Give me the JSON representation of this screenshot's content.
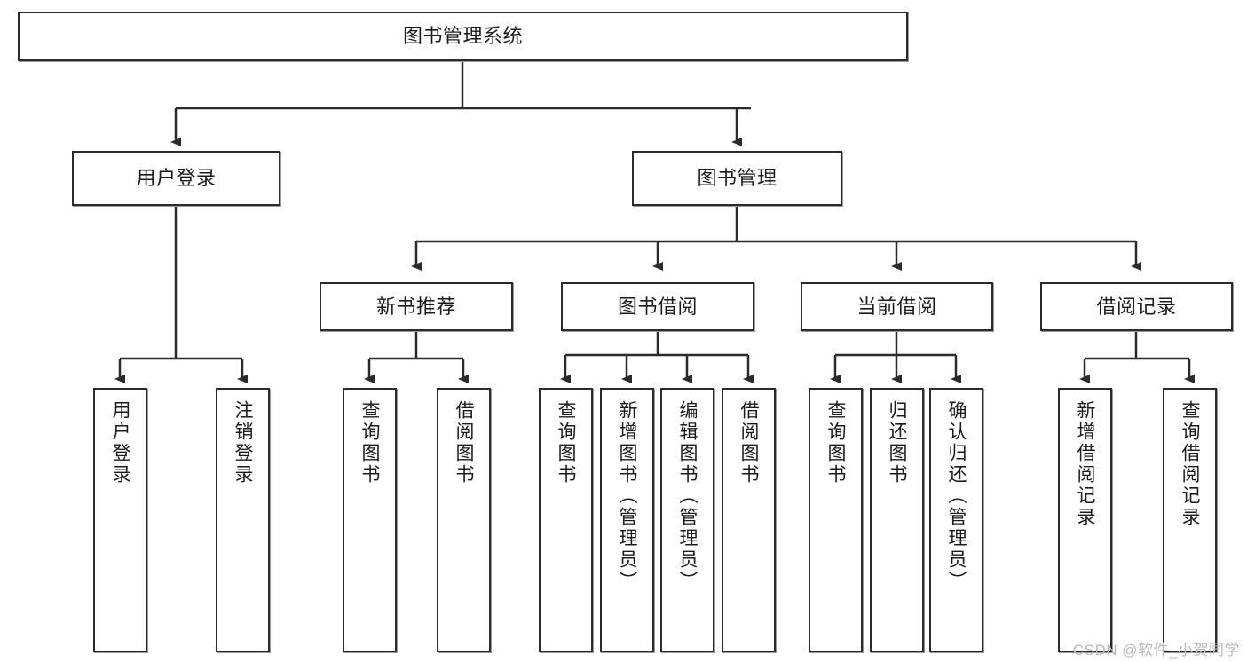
{
  "diagram": {
    "title": "图书管理系统",
    "type": "tree",
    "colors": {
      "node_border": "#2b2b2b",
      "node_fill": "#ffffff",
      "edge": "#2b2b2b",
      "text": "#1b1b1b",
      "watermark": "#b9b9b9",
      "background": "#ffffff"
    },
    "root": {
      "label": "图书管理系统"
    },
    "level1": [
      {
        "label": "用户登录"
      },
      {
        "label": "图书管理"
      }
    ],
    "level2": [
      {
        "label": "新书推荐"
      },
      {
        "label": "图书借阅"
      },
      {
        "label": "当前借阅"
      },
      {
        "label": "借阅记录"
      }
    ],
    "leaves": {
      "user_login": [
        {
          "label": "用户登录"
        },
        {
          "label": "注销登录"
        }
      ],
      "new_book": [
        {
          "label": "查询图书"
        },
        {
          "label": "借阅图书"
        }
      ],
      "borrow_book": [
        {
          "label": "查询图书"
        },
        {
          "label": "新增图书（管理员）"
        },
        {
          "label": "编辑图书（管理员）"
        },
        {
          "label": "借阅图书"
        }
      ],
      "current_borrow": [
        {
          "label": "查询图书"
        },
        {
          "label": "归还图书"
        },
        {
          "label": "确认归还（管理员）"
        }
      ],
      "borrow_record": [
        {
          "label": "新增借阅记录"
        },
        {
          "label": "查询借阅记录"
        }
      ]
    },
    "watermark": "CSDN @软件_小贺同学"
  }
}
